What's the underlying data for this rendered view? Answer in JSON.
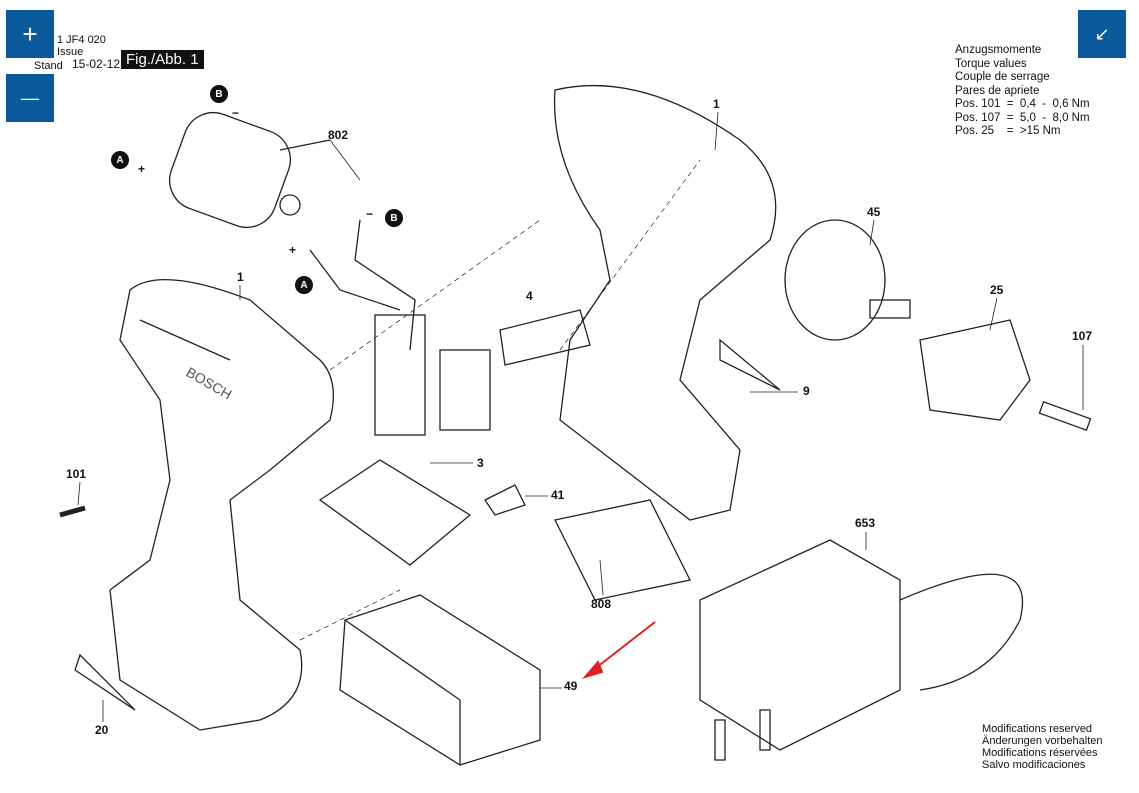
{
  "header": {
    "code": "1 JF4 020",
    "issue_label": "Issue",
    "stand_label": "Stand",
    "date": "15-02-12",
    "figure": "Fig./Abb. 1"
  },
  "controls": {
    "zoom_in": "+",
    "zoom_out": "—",
    "collapse": "↙"
  },
  "torque": {
    "lines": [
      "Anzugsmomente",
      "Torque values",
      "Couple de serrage",
      "Pares de apriete",
      "Pos. 101  =  0,4  -  0,6 Nm",
      "Pos. 107  =  5,0  -  8,0 Nm",
      "Pos. 25    =  >15 Nm"
    ]
  },
  "modifications": {
    "lines": [
      "Modifications reserved",
      "Änderungen vorbehalten",
      "Modifications réservées",
      "Salvo modificaciones"
    ]
  },
  "parts": [
    "802",
    "1",
    "1",
    "4",
    "45",
    "25",
    "107",
    "9",
    "3",
    "41",
    "101",
    "653",
    "808",
    "49",
    "20"
  ],
  "connectors": {
    "a": "A",
    "b": "B",
    "plus": "+",
    "minus": "−"
  },
  "colors": {
    "button": "#0b5a9c",
    "arrow": "#e02020"
  }
}
